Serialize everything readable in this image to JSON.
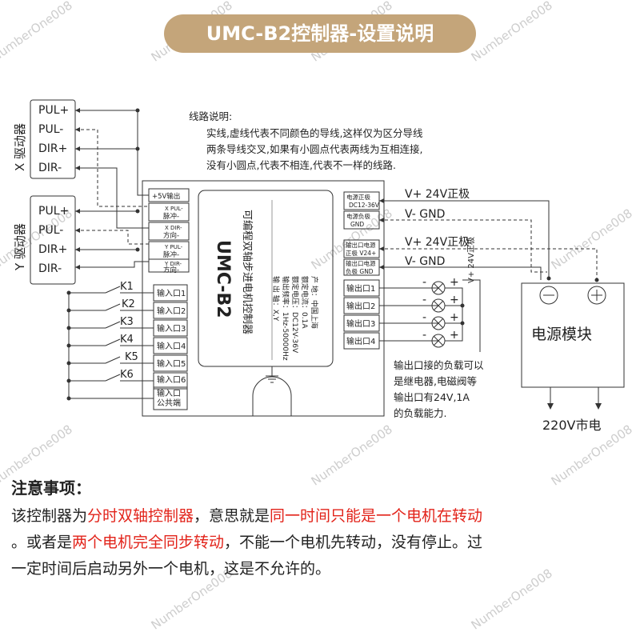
{
  "title": "UMC-B2控制器-设置说明",
  "watermark": "NumberOne008",
  "legend_lines": [
    "线路说明:",
    "实线,虚线代表不同颜色的导线,这样仅为区分导线",
    "两条导线交叉,如果有小圆点代表两线为互相连接,",
    "没有小圆点,代表不相连,代表不一样的线路."
  ],
  "x_driver": {
    "label": "X 驱动器",
    "pins": [
      "PUL+",
      "PUL-",
      "DIR+",
      "DIR-"
    ]
  },
  "y_driver": {
    "label": "Y 驱动器",
    "pins": [
      "PUL+",
      "PUL-",
      "DIR+",
      "DIR-"
    ]
  },
  "controller": {
    "model": "UMC-B2",
    "name": "可编程双轴步进电机控制器",
    "specs": [
      "输  出  轴：X,Y",
      "输出频率：1Hz-50000Hz",
      "额定电压：DC12V-36V",
      "额定电流：0.1A",
      "产      地：中国上海"
    ],
    "left_terminals": {
      "plus5v": "+5V输出",
      "xpul_top": "X PUL-",
      "xpul_bottom": "脉冲-",
      "xdir_top": "X DIR-",
      "xdir_bottom": "方向-",
      "ypul_top": "Y PUL-",
      "ypul_bottom": "脉冲-",
      "ydir_top": "Y DIR-",
      "ydir_bottom": "方向-"
    },
    "inputs": [
      "输入口1",
      "输入口2",
      "输入口3",
      "输入口4",
      "输入口5",
      "输入口6"
    ],
    "input_common": [
      "输入口",
      "公共端"
    ],
    "power_in": [
      "电源正极",
      "DC12-36V",
      "电源负极",
      "GND"
    ],
    "output_power": [
      "输出口电源",
      "正极  V24+",
      "输出口电源",
      "负极  GND"
    ],
    "outputs": [
      "输出口1",
      "输出口2",
      "输出口3",
      "输出口4"
    ]
  },
  "switches": [
    "K1",
    "K2",
    "K3",
    "K4",
    "K5",
    "K6"
  ],
  "power_labels": {
    "v24_a": "V+ 24V正极",
    "gnd_a": "V-  GND",
    "v24_b": "V+ 24V正极",
    "gnd_b": "V-  GND",
    "load_v24": "V+ 24V正极"
  },
  "power_module": {
    "label": "电源模块",
    "minus_symbol": "⊖",
    "plus_symbol": "⊕",
    "mains": "220V市电"
  },
  "output_signs": [
    "-",
    "+"
  ],
  "load_notes": [
    "输出口接的负载可以",
    "是继电器,电磁阀等",
    "输出口有24V,1A",
    "的负载能力."
  ],
  "notes": {
    "heading": "注意事项：",
    "p1_a": "该控制器为",
    "p1_red1": "分时双轴控制器",
    "p1_b": "，意思就是",
    "p1_red2": "同一时间只能是一个电机在转动",
    "p2_a": "。或者是",
    "p2_red": "两个电机完全同步转动",
    "p2_b": "，不能一个电机先转动，没有停止。过",
    "p3": "一定时间后启动另外一个电机，这是不允许的。"
  },
  "colors": {
    "title_bg": "#c4a57a",
    "line": "#333333",
    "red": "#e2231a"
  }
}
